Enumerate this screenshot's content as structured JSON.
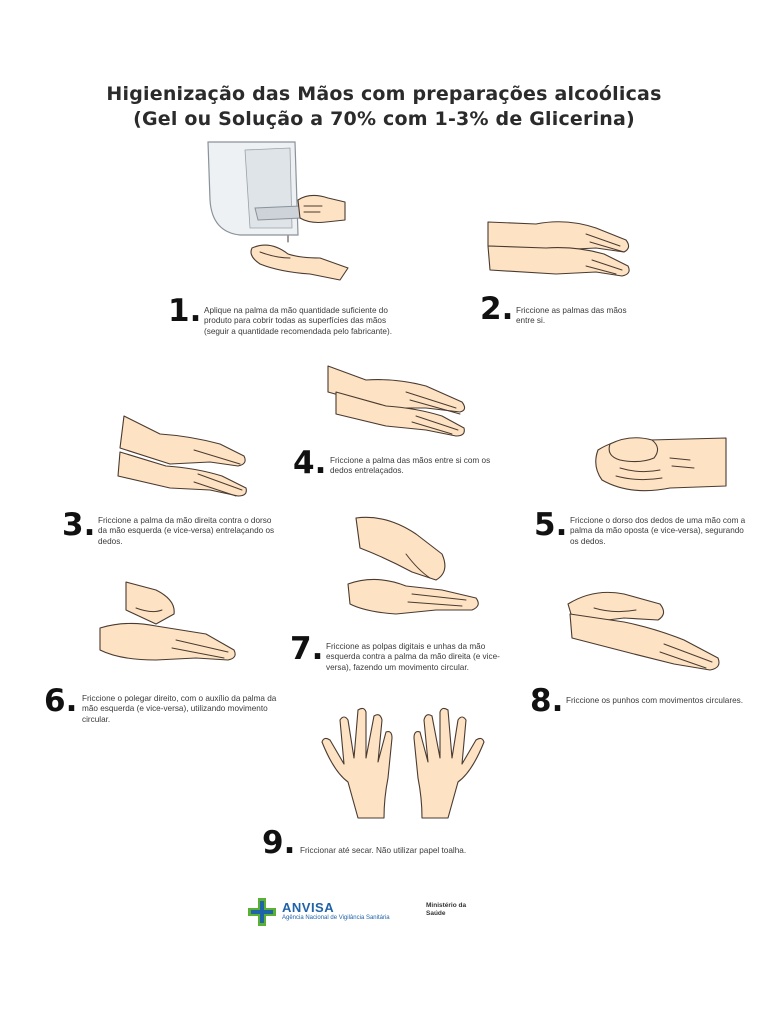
{
  "title": {
    "line1": "Higienização das Mãos com preparações alcoólicas",
    "line2": "(Gel ou Solução a 70% com 1-3% de Glicerina)"
  },
  "steps": [
    {
      "number": "1.",
      "text": "Aplique na palma da mão quantidade suficiente do produto para cobrir todas as superfícies das mãos (seguir a quantidade recomendada pelo fabricante)."
    },
    {
      "number": "2.",
      "text": "Friccione as palmas das mãos entre si."
    },
    {
      "number": "3.",
      "text": "Friccione a palma da mão direita contra o dorso da mão esquerda (e vice-versa) entrelaçando os dedos."
    },
    {
      "number": "4.",
      "text": "Friccione a palma das mãos entre si com os dedos entrelaçados."
    },
    {
      "number": "5.",
      "text": "Friccione o dorso dos dedos de uma mão com a palma da mão oposta (e vice-versa), segurando os dedos."
    },
    {
      "number": "6.",
      "text": "Friccione o polegar direito, com o auxílio da palma da mão esquerda (e vice-versa), utilizando movimento circular."
    },
    {
      "number": "7.",
      "text": "Friccione as polpas digitais e unhas da mão esquerda contra a palma da mão direita (e vice-versa), fazendo um movimento circular."
    },
    {
      "number": "8.",
      "text": "Friccione os punhos com movimentos circulares."
    },
    {
      "number": "9.",
      "text": "Friccionar até secar. Não utilizar papel toalha."
    }
  ],
  "footer": {
    "agency_name": "ANVISA",
    "agency_subtitle": "Agência Nacional de Vigilância Sanitária",
    "ministry": "Ministério da Saúde",
    "colors": {
      "anvisa_blue": "#1f63a8",
      "anvisa_green": "#5bb033"
    }
  },
  "icons": [
    "dispenser-icon",
    "hands-illustration",
    "anvisa-cross-logo"
  ]
}
